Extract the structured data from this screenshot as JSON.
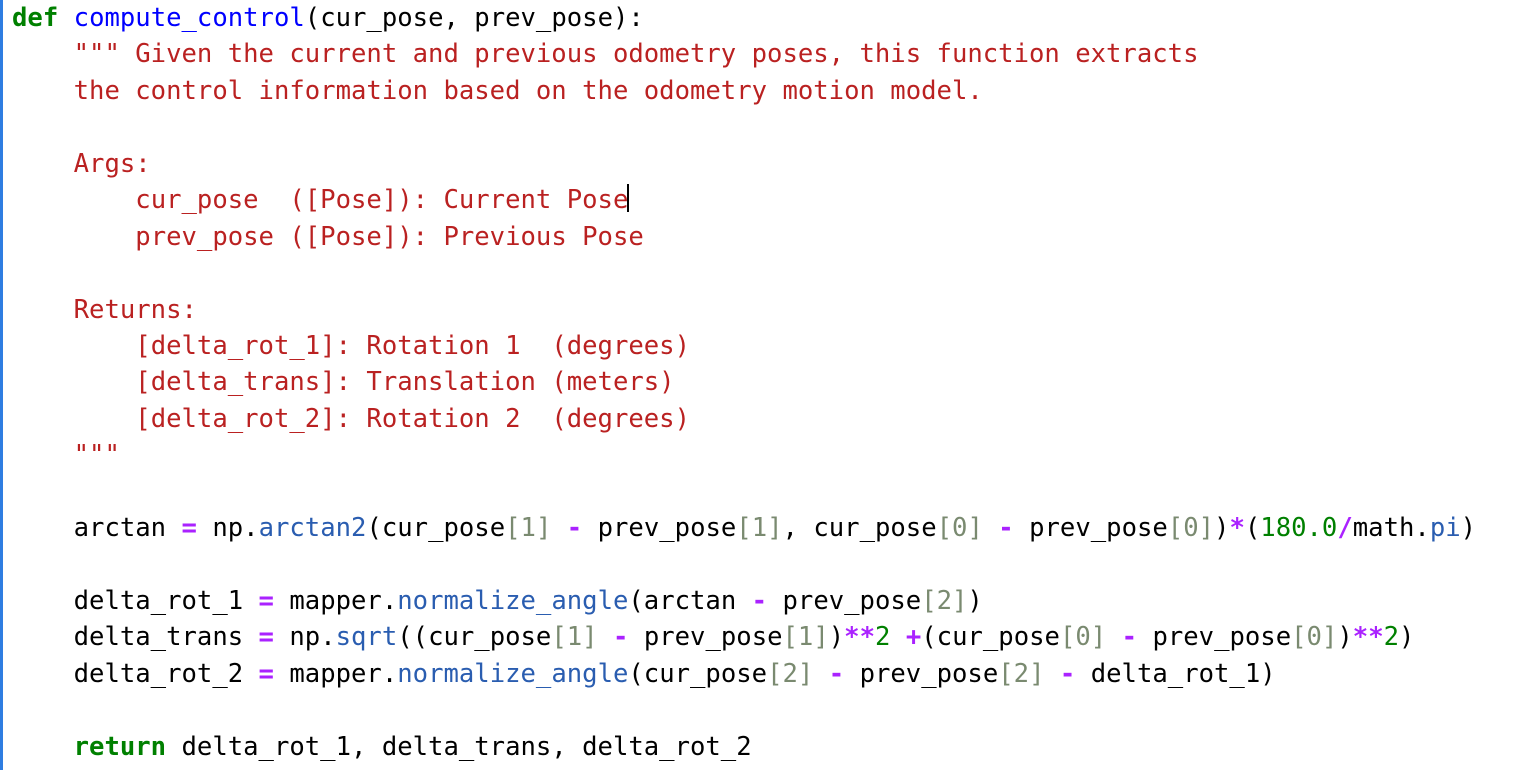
{
  "editor": {
    "lines": [
      {
        "parts": [
          {
            "t": "def",
            "c": "kw"
          },
          {
            "t": " "
          },
          {
            "t": "compute_control",
            "c": "fn"
          },
          {
            "t": "(cur_pose, prev_pose):"
          }
        ]
      },
      {
        "parts": [
          {
            "t": "    "
          },
          {
            "t": "\"\"\" Given the current and previous odometry poses, this function extracts",
            "c": "doc"
          }
        ]
      },
      {
        "parts": [
          {
            "t": "    "
          },
          {
            "t": "the control information based on the odometry motion model.",
            "c": "doc"
          }
        ]
      },
      {
        "parts": []
      },
      {
        "parts": [
          {
            "t": "    "
          },
          {
            "t": "Args:",
            "c": "doc"
          }
        ]
      },
      {
        "parts": [
          {
            "t": "        "
          },
          {
            "t": "cur_pose  ([Pose]): Current Pose",
            "c": "doc"
          },
          {
            "t": "",
            "c": "caret"
          }
        ]
      },
      {
        "parts": [
          {
            "t": "        "
          },
          {
            "t": "prev_pose ([Pose]): Previous Pose",
            "c": "doc"
          }
        ]
      },
      {
        "parts": []
      },
      {
        "parts": [
          {
            "t": "    "
          },
          {
            "t": "Returns:",
            "c": "doc"
          }
        ]
      },
      {
        "parts": [
          {
            "t": "        "
          },
          {
            "t": "[delta_rot_1]: Rotation 1  (degrees)",
            "c": "doc"
          }
        ]
      },
      {
        "parts": [
          {
            "t": "        "
          },
          {
            "t": "[delta_trans]: Translation (meters)",
            "c": "doc"
          }
        ]
      },
      {
        "parts": [
          {
            "t": "        "
          },
          {
            "t": "[delta_rot_2]: Rotation 2  (degrees)",
            "c": "doc"
          }
        ]
      },
      {
        "parts": [
          {
            "t": "    "
          },
          {
            "t": "\"\"\"",
            "c": "doc"
          }
        ]
      },
      {
        "parts": []
      },
      {
        "parts": [
          {
            "t": "    arctan "
          },
          {
            "t": "=",
            "c": "op"
          },
          {
            "t": " np."
          },
          {
            "t": "arctan2",
            "c": "attr"
          },
          {
            "t": "(cur_pose"
          },
          {
            "t": "[1]",
            "c": "brk"
          },
          {
            "t": " "
          },
          {
            "t": "-",
            "c": "op"
          },
          {
            "t": " prev_pose"
          },
          {
            "t": "[1]",
            "c": "brk"
          },
          {
            "t": ", cur_pose"
          },
          {
            "t": "[0]",
            "c": "brk"
          },
          {
            "t": " "
          },
          {
            "t": "-",
            "c": "op"
          },
          {
            "t": " prev_pose"
          },
          {
            "t": "[0]",
            "c": "brk"
          },
          {
            "t": ")"
          },
          {
            "t": "*",
            "c": "op"
          },
          {
            "t": "("
          },
          {
            "t": "180.0",
            "c": "num"
          },
          {
            "t": "/",
            "c": "op"
          },
          {
            "t": "math."
          },
          {
            "t": "pi",
            "c": "attr"
          },
          {
            "t": ")"
          }
        ]
      },
      {
        "parts": []
      },
      {
        "parts": [
          {
            "t": "    delta_rot_1 "
          },
          {
            "t": "=",
            "c": "op"
          },
          {
            "t": " mapper."
          },
          {
            "t": "normalize_angle",
            "c": "attr"
          },
          {
            "t": "(arctan "
          },
          {
            "t": "-",
            "c": "op"
          },
          {
            "t": " prev_pose"
          },
          {
            "t": "[2]",
            "c": "brk"
          },
          {
            "t": ")"
          }
        ]
      },
      {
        "parts": [
          {
            "t": "    delta_trans "
          },
          {
            "t": "=",
            "c": "op"
          },
          {
            "t": " np."
          },
          {
            "t": "sqrt",
            "c": "attr"
          },
          {
            "t": "((cur_pose"
          },
          {
            "t": "[1]",
            "c": "brk"
          },
          {
            "t": " "
          },
          {
            "t": "-",
            "c": "op"
          },
          {
            "t": " prev_pose"
          },
          {
            "t": "[1]",
            "c": "brk"
          },
          {
            "t": ")"
          },
          {
            "t": "**",
            "c": "op"
          },
          {
            "t": "2",
            "c": "num"
          },
          {
            "t": " "
          },
          {
            "t": "+",
            "c": "op"
          },
          {
            "t": "(cur_pose"
          },
          {
            "t": "[0]",
            "c": "brk"
          },
          {
            "t": " "
          },
          {
            "t": "-",
            "c": "op"
          },
          {
            "t": " prev_pose"
          },
          {
            "t": "[0]",
            "c": "brk"
          },
          {
            "t": ")"
          },
          {
            "t": "**",
            "c": "op"
          },
          {
            "t": "2",
            "c": "num"
          },
          {
            "t": ")"
          }
        ]
      },
      {
        "parts": [
          {
            "t": "    delta_rot_2 "
          },
          {
            "t": "=",
            "c": "op"
          },
          {
            "t": " mapper."
          },
          {
            "t": "normalize_angle",
            "c": "attr"
          },
          {
            "t": "(cur_pose"
          },
          {
            "t": "[2]",
            "c": "brk"
          },
          {
            "t": " "
          },
          {
            "t": "-",
            "c": "op"
          },
          {
            "t": " prev_pose"
          },
          {
            "t": "[2]",
            "c": "brk"
          },
          {
            "t": " "
          },
          {
            "t": "-",
            "c": "op"
          },
          {
            "t": " delta_rot_1)"
          }
        ]
      },
      {
        "parts": []
      },
      {
        "parts": [
          {
            "t": "    "
          },
          {
            "t": "return",
            "c": "kw"
          },
          {
            "t": " delta_rot_1, delta_trans, delta_rot_2"
          }
        ]
      }
    ]
  },
  "colors": {
    "gutter_accent": "#2f7de1",
    "keyword": "#008000",
    "function_name": "#0000ff",
    "docstring": "#ba2121",
    "operator": "#aa22ff",
    "number": "#008000",
    "attribute": "#2a5db0",
    "index_bracket": "#7a8a70"
  }
}
